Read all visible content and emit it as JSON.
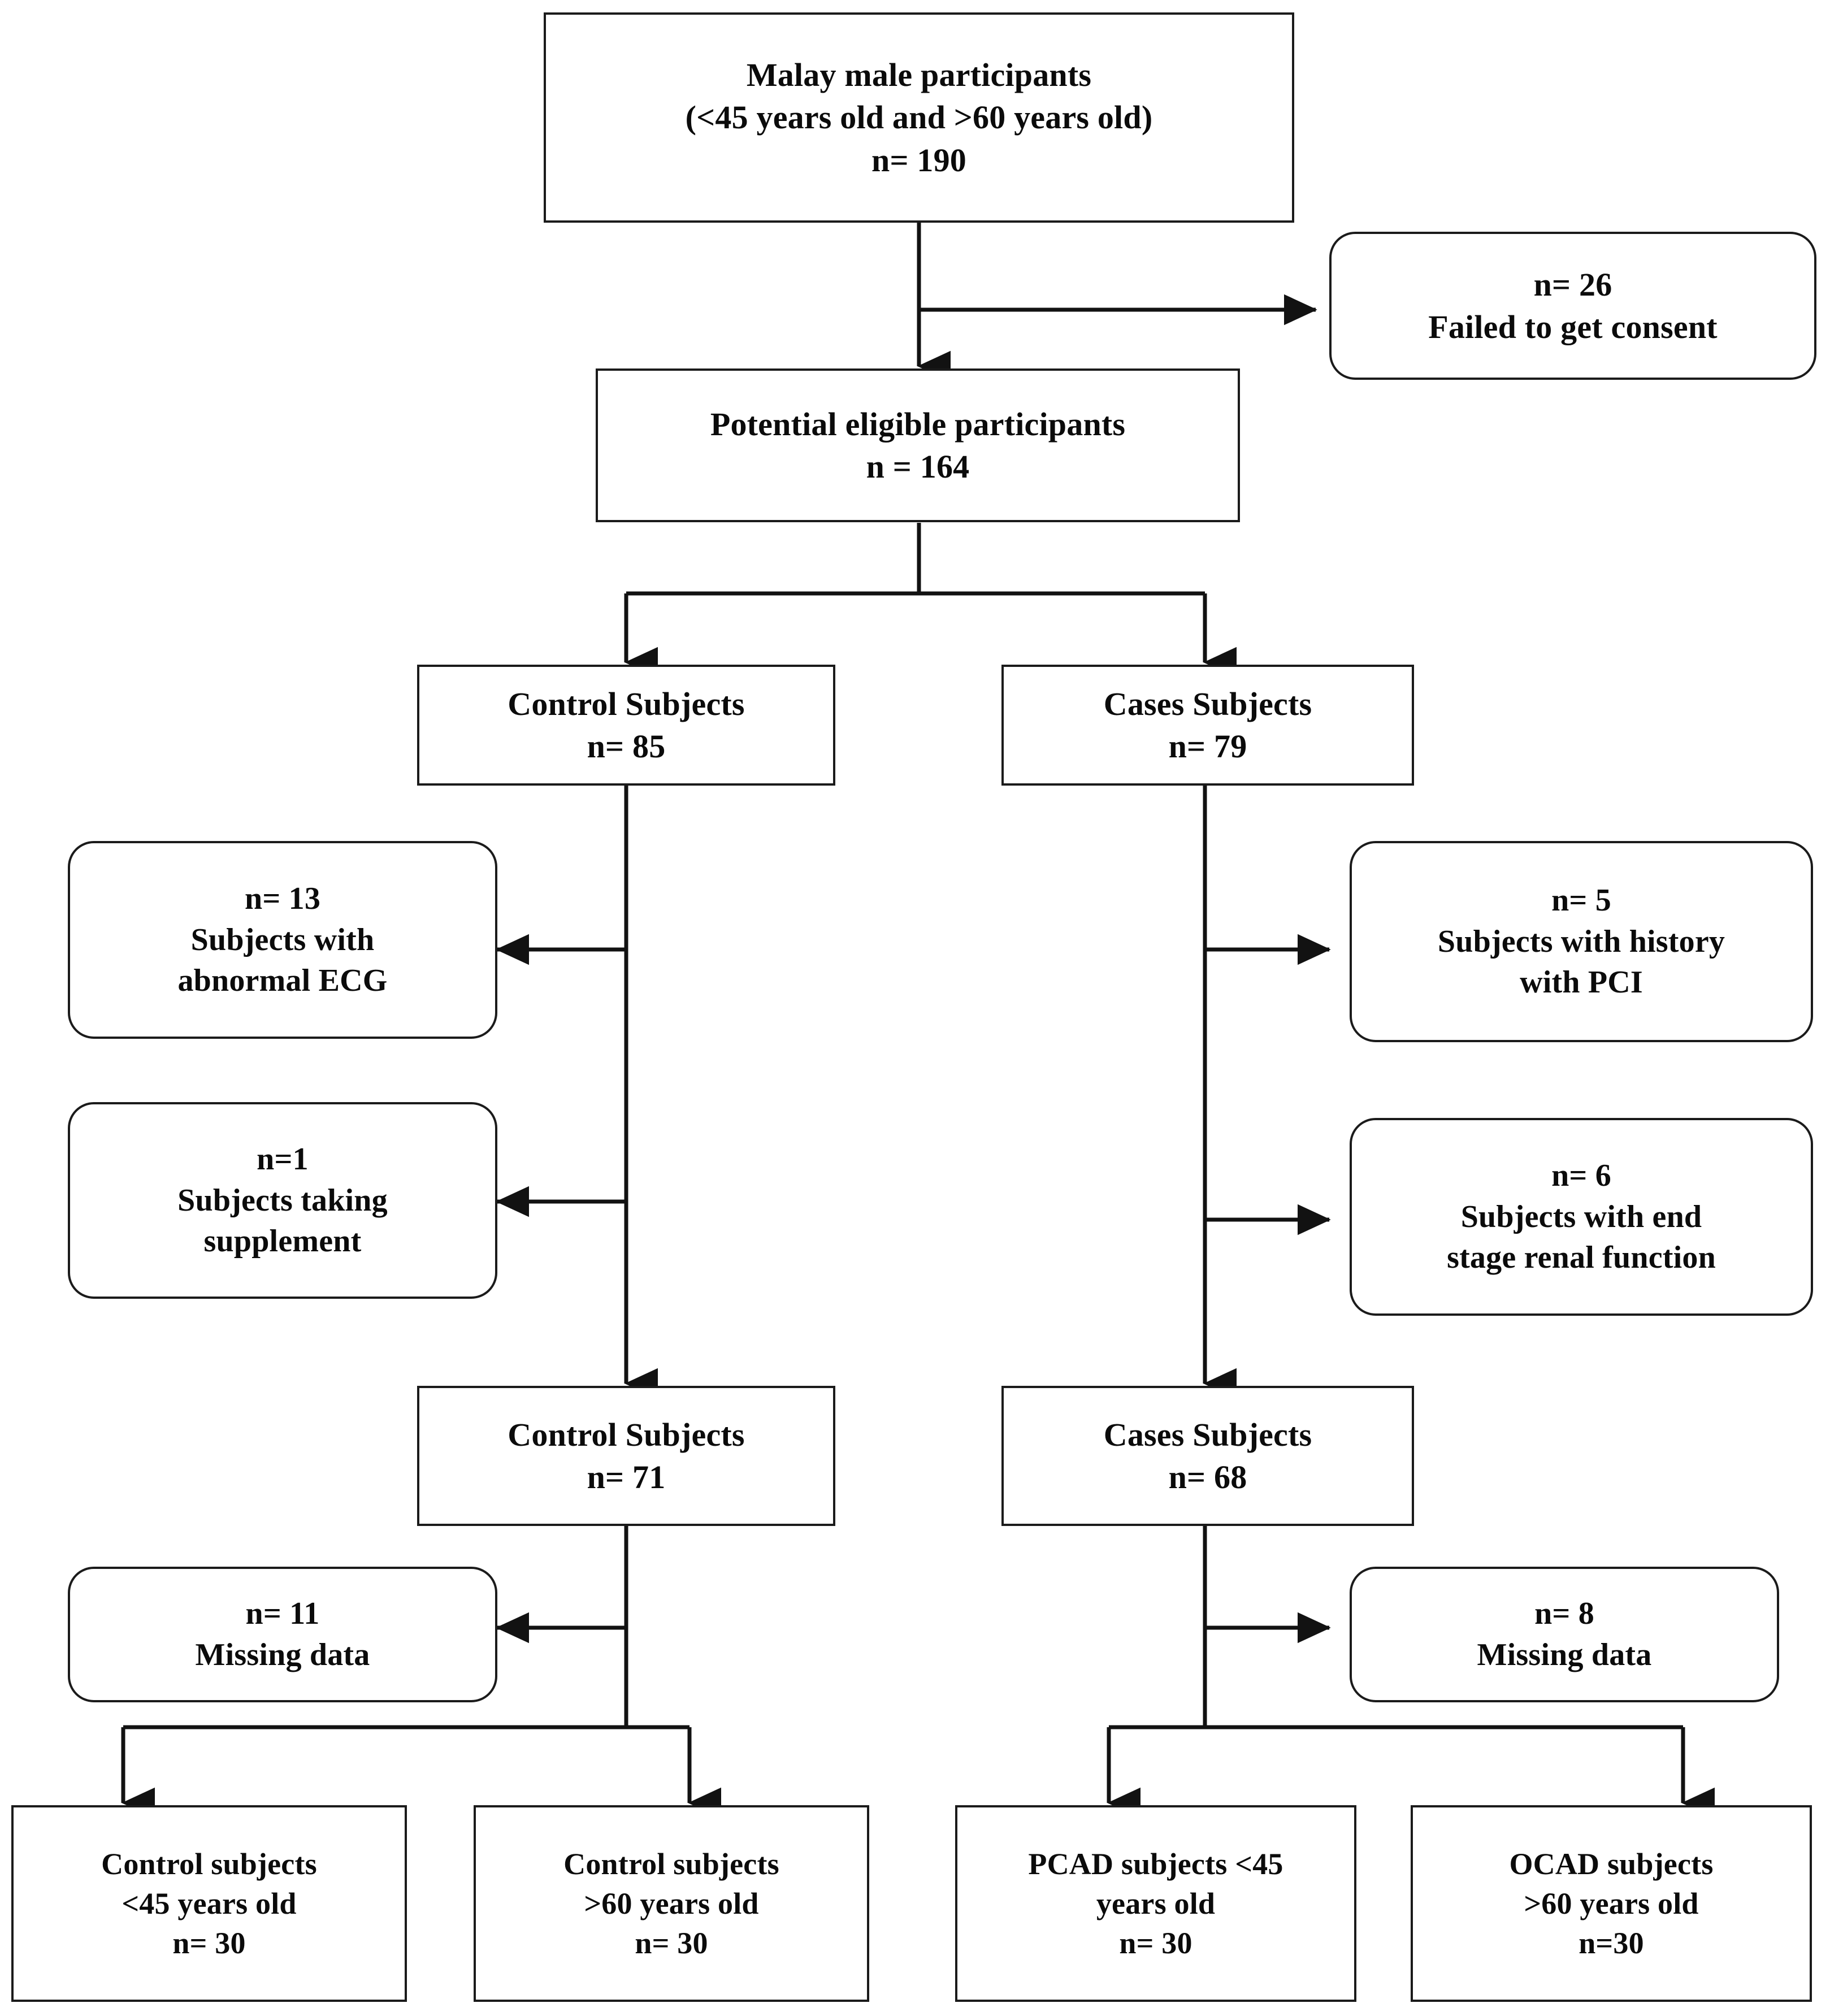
{
  "diagram": {
    "type": "flowchart",
    "title": "Participant recruitment and selection flow",
    "orientation": "top-down",
    "colors": {
      "stroke": "#1b1b1b",
      "text": "#0b0b0b",
      "background": "#ffffff"
    },
    "nodes": [
      {
        "id": "source",
        "shape": "rectangle",
        "lines": [
          "Malay male participants",
          "(<45 years old and >60 years old)",
          "n= 190"
        ]
      },
      {
        "id": "consent-excluded",
        "shape": "rounded-rectangle",
        "lines": [
          "n= 26",
          "Failed to get consent"
        ]
      },
      {
        "id": "eligible",
        "shape": "rectangle",
        "lines": [
          "Potential eligible participants",
          "n = 164"
        ]
      },
      {
        "id": "control-1",
        "shape": "rectangle",
        "lines": [
          "Control Subjects",
          "n= 85"
        ]
      },
      {
        "id": "cases-1",
        "shape": "rectangle",
        "lines": [
          "Cases Subjects",
          "n= 79"
        ]
      },
      {
        "id": "excl-ecg",
        "shape": "rounded-rectangle",
        "lines": [
          "n= 13",
          "Subjects with",
          "abnormal ECG"
        ]
      },
      {
        "id": "excl-supplement",
        "shape": "rounded-rectangle",
        "lines": [
          "n=1",
          "Subjects taking",
          "supplement"
        ]
      },
      {
        "id": "excl-pci",
        "shape": "rounded-rectangle",
        "lines": [
          "n= 5",
          "Subjects with history",
          "with PCI"
        ]
      },
      {
        "id": "excl-renal",
        "shape": "rounded-rectangle",
        "lines": [
          "n= 6",
          "Subjects with end",
          "stage renal function"
        ]
      },
      {
        "id": "control-2",
        "shape": "rectangle",
        "lines": [
          "Control Subjects",
          "n= 71"
        ]
      },
      {
        "id": "cases-2",
        "shape": "rectangle",
        "lines": [
          "Cases Subjects",
          "n= 68"
        ]
      },
      {
        "id": "missing-control",
        "shape": "rounded-rectangle",
        "lines": [
          "n= 11",
          "Missing data"
        ]
      },
      {
        "id": "missing-cases",
        "shape": "rounded-rectangle",
        "lines": [
          "n= 8",
          "Missing data"
        ]
      },
      {
        "id": "control-young",
        "shape": "rectangle",
        "lines": [
          "Control subjects",
          "<45 years old",
          "n= 30"
        ]
      },
      {
        "id": "control-old",
        "shape": "rectangle",
        "lines": [
          "Control subjects",
          ">60 years old",
          "n= 30"
        ]
      },
      {
        "id": "pcad",
        "shape": "rectangle",
        "lines": [
          "PCAD subjects <45",
          "years old",
          "n= 30"
        ]
      },
      {
        "id": "ocad",
        "shape": "rectangle",
        "lines": [
          "OCAD subjects",
          ">60 years old",
          "n=30"
        ]
      }
    ]
  }
}
